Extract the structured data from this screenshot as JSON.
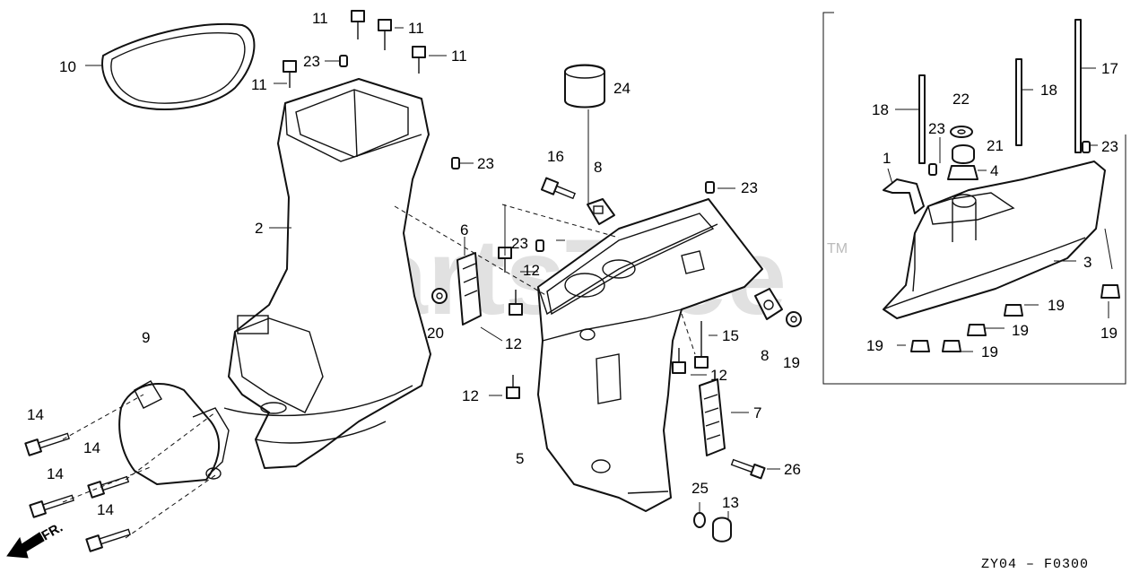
{
  "watermark": "PartsTree",
  "watermark_tm": "TM",
  "diagram_code": "ZY04 – F0300",
  "front_indicator": "FR.",
  "callouts": [
    {
      "id": "c11a",
      "text": "11"
    },
    {
      "id": "c11b",
      "text": "11"
    },
    {
      "id": "c11c",
      "text": "11"
    },
    {
      "id": "c11d",
      "text": "11"
    },
    {
      "id": "c23a",
      "text": "23"
    },
    {
      "id": "c23b",
      "text": "23"
    },
    {
      "id": "c23c",
      "text": "23"
    },
    {
      "id": "c23d",
      "text": "23"
    },
    {
      "id": "c23e",
      "text": "23"
    },
    {
      "id": "c23f",
      "text": "23"
    },
    {
      "id": "c10",
      "text": "10"
    },
    {
      "id": "c2",
      "text": "2"
    },
    {
      "id": "c9",
      "text": "9"
    },
    {
      "id": "c14a",
      "text": "14"
    },
    {
      "id": "c14b",
      "text": "14"
    },
    {
      "id": "c14c",
      "text": "14"
    },
    {
      "id": "c14d",
      "text": "14"
    },
    {
      "id": "c24",
      "text": "24"
    },
    {
      "id": "c16",
      "text": "16"
    },
    {
      "id": "c8a",
      "text": "8"
    },
    {
      "id": "c8b",
      "text": "8"
    },
    {
      "id": "c6",
      "text": "6"
    },
    {
      "id": "c12a",
      "text": "12"
    },
    {
      "id": "c12b",
      "text": "12"
    },
    {
      "id": "c12c",
      "text": "12"
    },
    {
      "id": "c12d",
      "text": "12"
    },
    {
      "id": "c20",
      "text": "20"
    },
    {
      "id": "c15",
      "text": "15"
    },
    {
      "id": "c19a",
      "text": "19"
    },
    {
      "id": "c7",
      "text": "7"
    },
    {
      "id": "c5",
      "text": "5"
    },
    {
      "id": "c26",
      "text": "26"
    },
    {
      "id": "c25",
      "text": "25"
    },
    {
      "id": "c13",
      "text": "13"
    },
    {
      "id": "c17",
      "text": "17"
    },
    {
      "id": "c18a",
      "text": "18"
    },
    {
      "id": "c18b",
      "text": "18"
    },
    {
      "id": "c22",
      "text": "22"
    },
    {
      "id": "c21",
      "text": "21"
    },
    {
      "id": "c4",
      "text": "4"
    },
    {
      "id": "c1",
      "text": "1"
    },
    {
      "id": "c3",
      "text": "3"
    },
    {
      "id": "c19b",
      "text": "19"
    },
    {
      "id": "c19c",
      "text": "19"
    },
    {
      "id": "c19d",
      "text": "19"
    },
    {
      "id": "c19e",
      "text": "19"
    },
    {
      "id": "c19f",
      "text": "19"
    }
  ]
}
